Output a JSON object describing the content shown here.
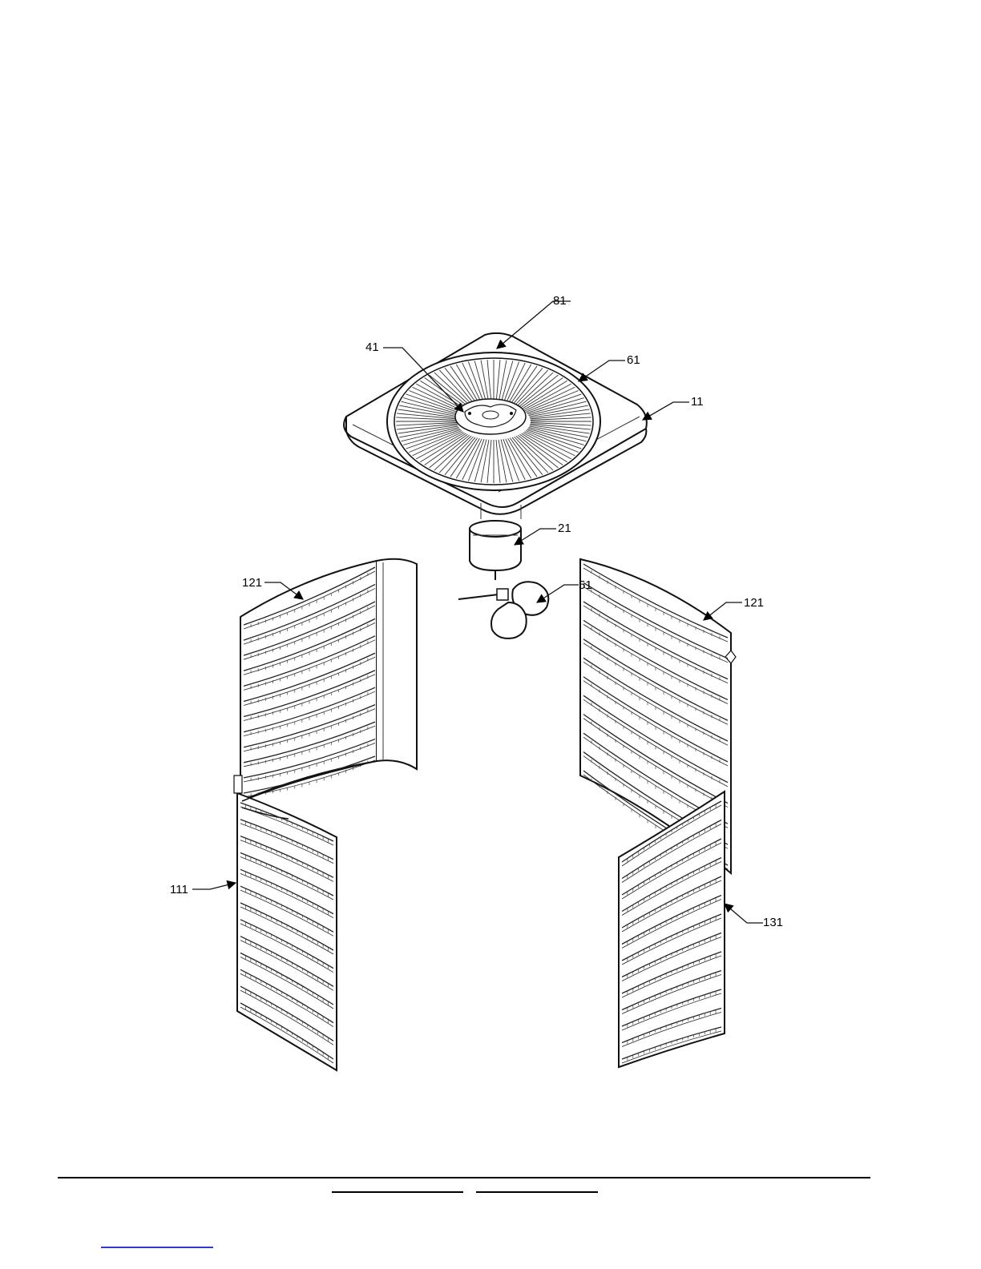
{
  "diagram": {
    "callouts": {
      "c81": "81",
      "c41": "41",
      "c61": "61",
      "c11": "11",
      "c21": "21",
      "c51": "51",
      "c121_left": "121",
      "c121_right": "121",
      "c111": "111",
      "c131": "131"
    }
  },
  "colors": {
    "line": "#111111",
    "background": "#ffffff",
    "link": "#2e3ad0"
  }
}
